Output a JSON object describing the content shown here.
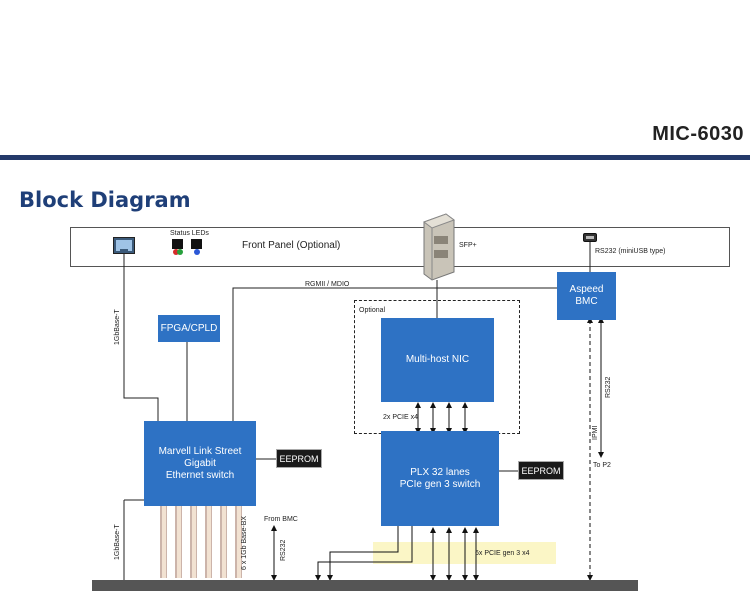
{
  "header": {
    "model": "MIC-6030",
    "title": "Block Diagram"
  },
  "front_panel": {
    "label": "Front Panel (Optional)",
    "status_leds": "Status LEDs",
    "sfp": "SFP+",
    "rs232": "RS232 (miniUSB type)"
  },
  "blocks": {
    "fpga": "FPGA/CPLD",
    "marvell_line1": "Marvell Link Street",
    "marvell_line2": "Gigabit",
    "marvell_line3": "Ethernet switch",
    "nic": "Multi-host NIC",
    "plx_line1": "PLX 32 lanes",
    "plx_line2": "PCIe gen 3 switch",
    "bmc_line1": "Aspeed",
    "bmc_line2": "BMC",
    "eeprom1": "EEPROM",
    "eeprom2": "EEPROM"
  },
  "labels": {
    "optional": "Optional",
    "rgmii": "RGMII / MDIO",
    "gbase_t_top": "1GbBase-T",
    "gbase_t_bottom": "1GbBase-T",
    "pcie_2x": "2x PCIE x4",
    "pcie_6x": "6x PCIE gen 3 x4",
    "from_bmc": "From BMC",
    "rs232_left": "RS232",
    "rs232_right": "RS232",
    "ipmi": "IPMI",
    "to_p2": "To P2",
    "gb_bx": "6 x 1Gb Base-BX"
  },
  "colors": {
    "block": "#2e72c4",
    "rule": "#243a6a",
    "title": "#1f3f78",
    "highlight": "#fbf6c6"
  }
}
